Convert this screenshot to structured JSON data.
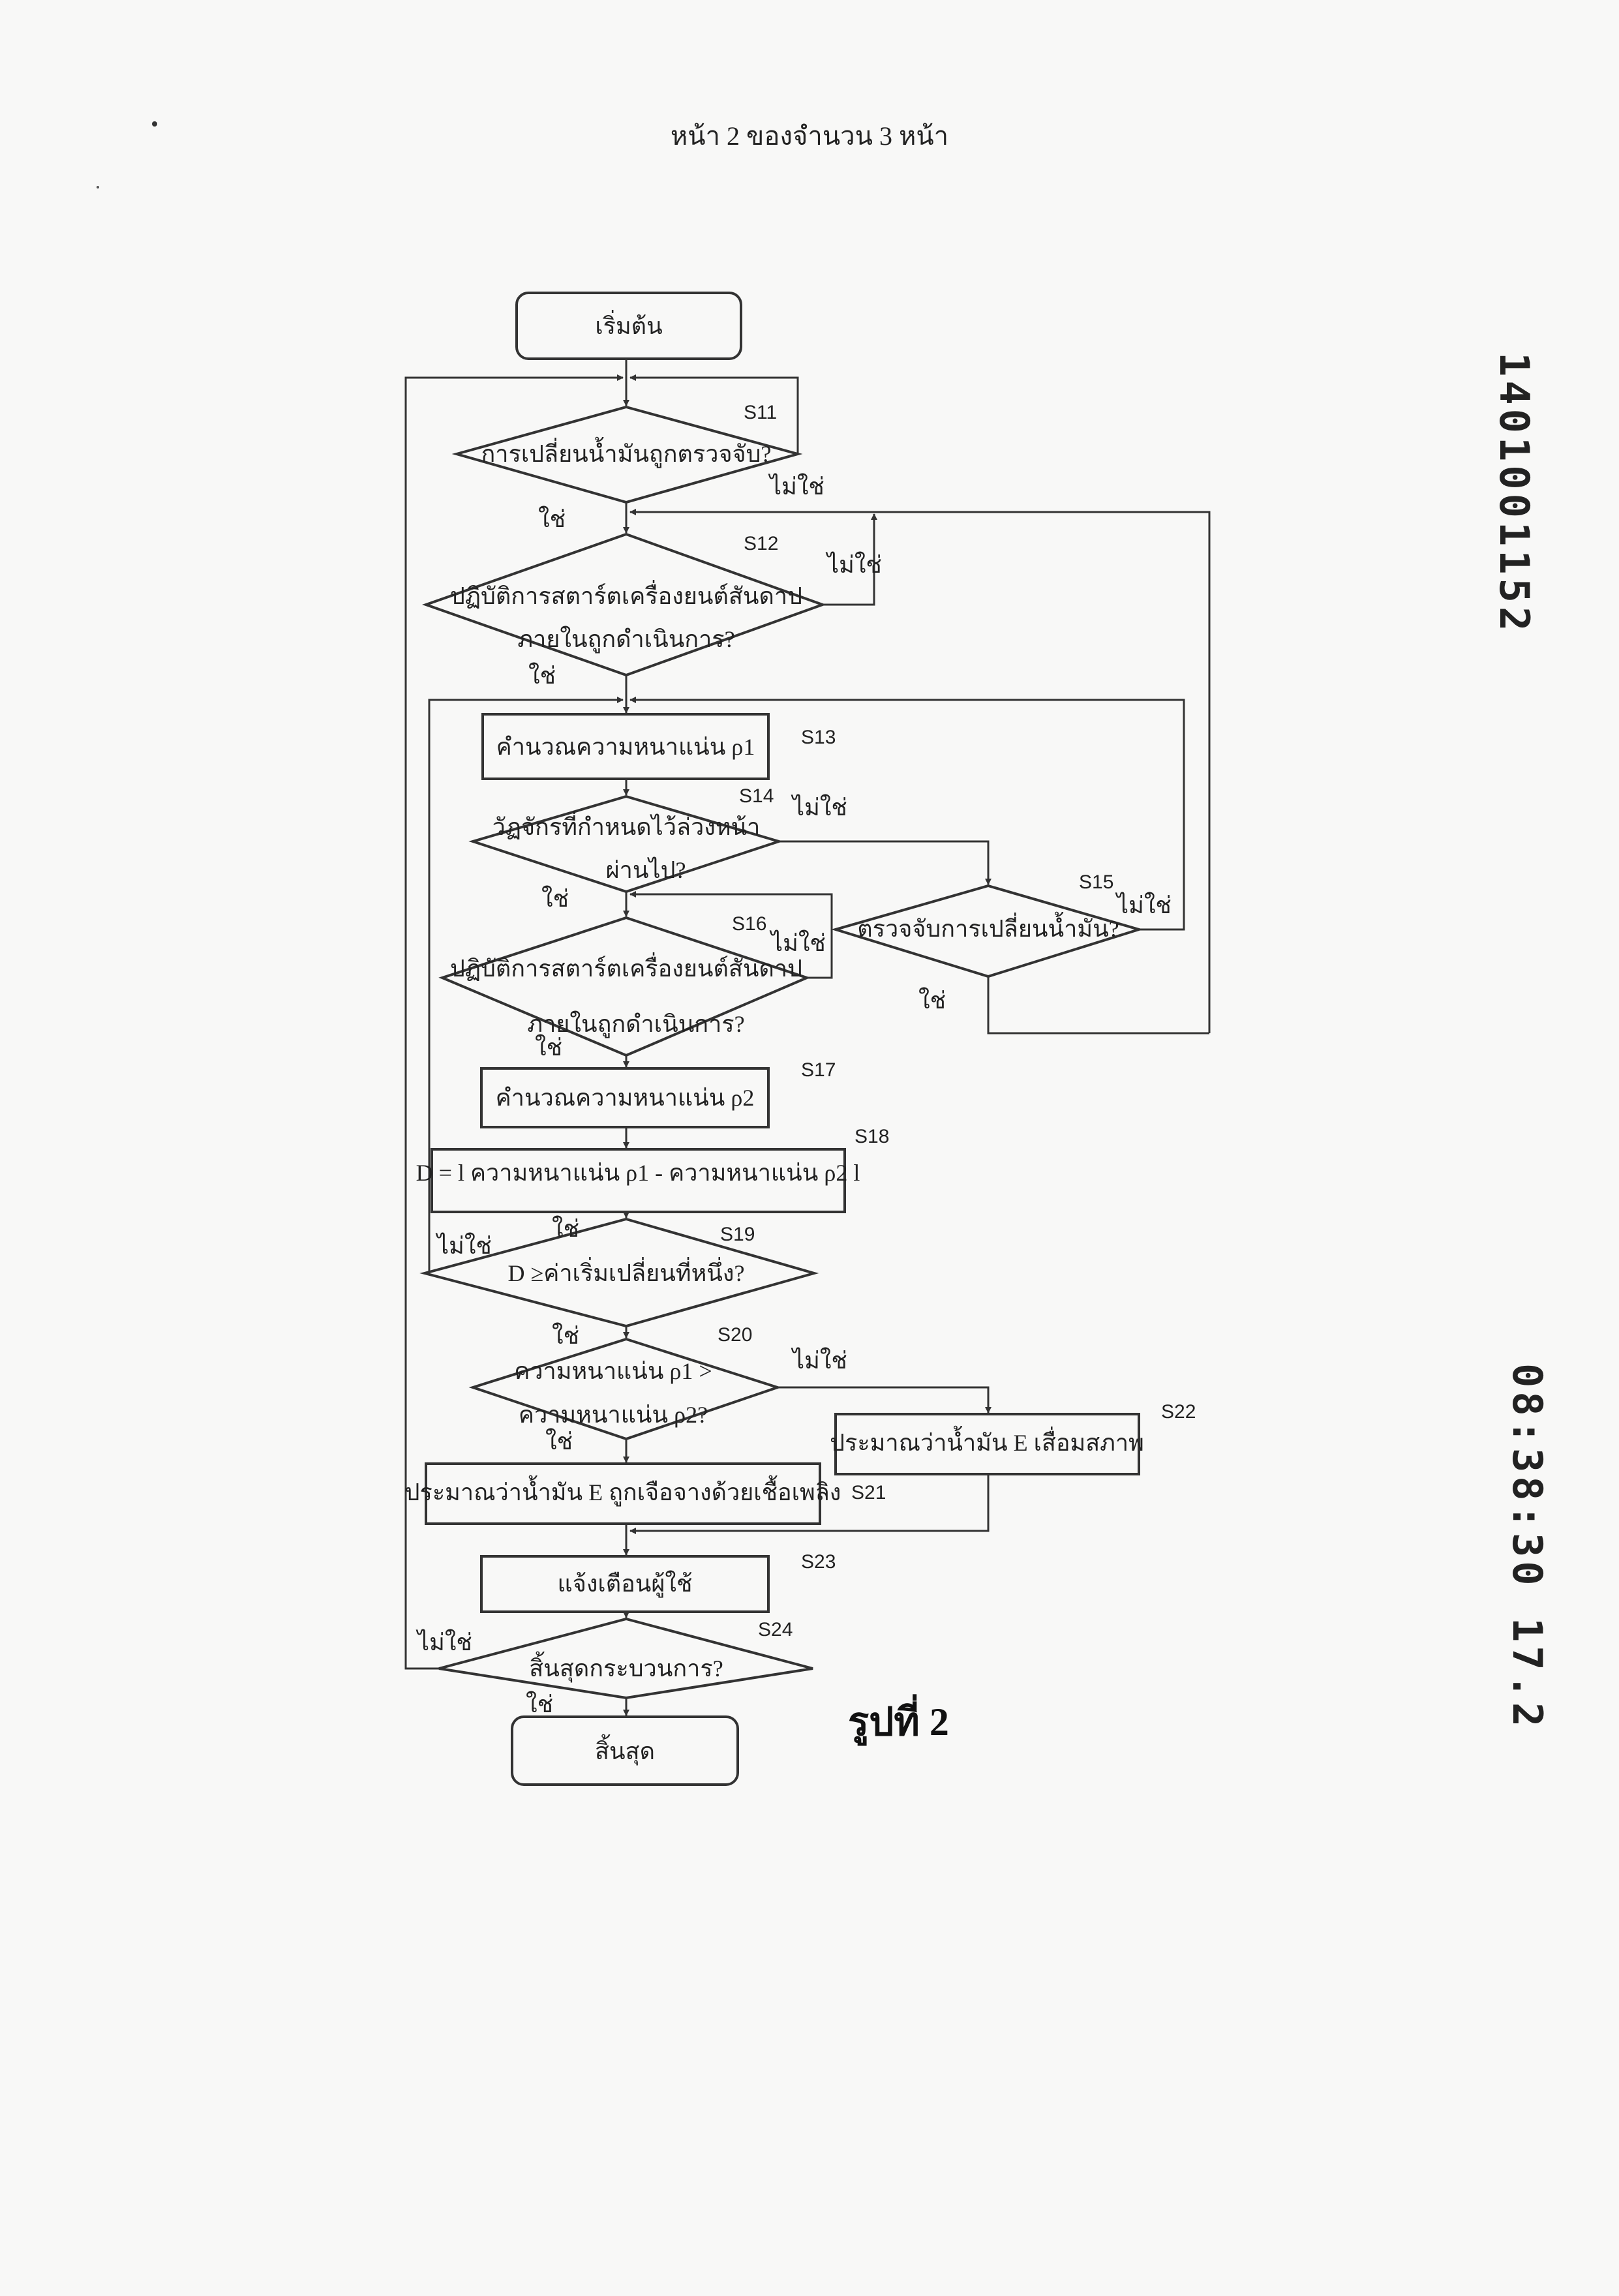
{
  "header": "หน้า 2 ของจำนวน 3 หน้า",
  "figure_label": "รูปที่ 2",
  "stamp": {
    "line1": "1401001152",
    "line2": "08:38:30 17.2"
  },
  "answers": {
    "yes": "ใช่",
    "no": "ไม่ใช่"
  },
  "steps": {
    "start": "เริ่มต้น",
    "s11": {
      "id": "S11",
      "text": "การเปลี่ยนน้ำมันถูกตรวจจับ?"
    },
    "s12": {
      "id": "S12",
      "line1": "ปฏิบัติการสตาร์ตเครื่องยนต์สันดาป",
      "line2": "ภายในถูกดำเนินการ?"
    },
    "s13": {
      "id": "S13",
      "text": "คำนวณความหนาแน่น ρ1"
    },
    "s14": {
      "id": "S14",
      "line1": "วัฏจักรที่กำหนดไว้ล่วงหน้า",
      "line2": "ผ่านไป?"
    },
    "s15": {
      "id": "S15",
      "text": "ตรวจจับการเปลี่ยนน้ำมัน?"
    },
    "s16": {
      "id": "S16",
      "line1": "ปฏิบัติการสตาร์ตเครื่องยนต์สันดาป",
      "line2": "ภายในถูกดำเนินการ?"
    },
    "s17": {
      "id": "S17",
      "text": "คำนวณความหนาแน่น ρ2"
    },
    "s18": {
      "id": "S18",
      "text": "D = l ความหนาแน่น ρ1 - ความหนาแน่น ρ2 l"
    },
    "s19": {
      "id": "S19",
      "text": "D ≥ค่าเริ่มเปลี่ยนที่หนึ่ง?"
    },
    "s20": {
      "id": "S20",
      "line1": "ความหนาแน่น ρ1 >",
      "line2": "ความหนาแน่น ρ2?"
    },
    "s21": {
      "id": "S21",
      "text": "ประมาณว่าน้ำมัน E ถูกเจือจางด้วยเชื้อเพลิง"
    },
    "s22": {
      "id": "S22",
      "text": "ประมาณว่าน้ำมัน E เสื่อมสภาพ"
    },
    "s23": {
      "id": "S23",
      "text": "แจ้งเตือนผู้ใช้"
    },
    "s24": {
      "id": "S24",
      "text": "สิ้นสุดกระบวนการ?"
    },
    "end": "สิ้นสุด"
  }
}
